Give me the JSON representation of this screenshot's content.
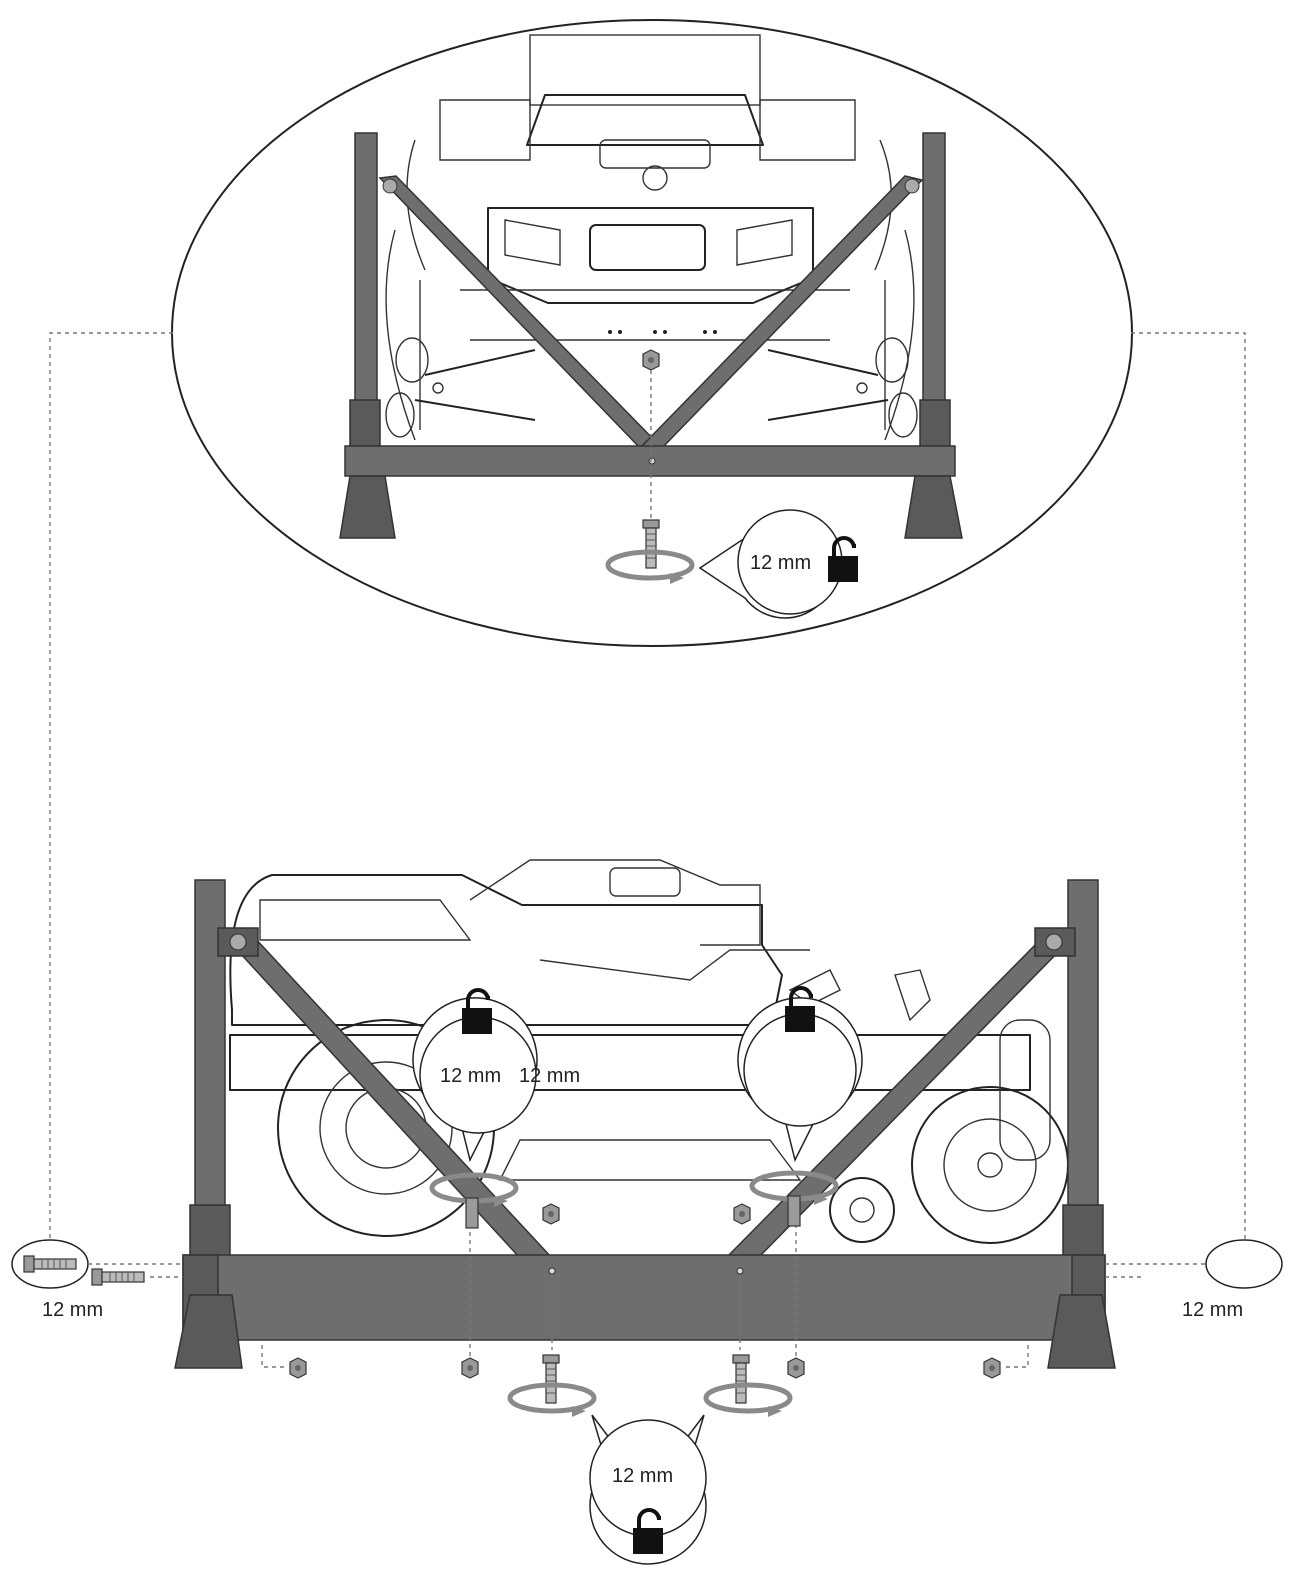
{
  "wrench_size_label": "12 mm",
  "callouts": {
    "top_detail": "12 mm",
    "side_left_a": "12 mm",
    "side_left_b": "12 mm",
    "left_end_bolt": "12 mm",
    "right_end_bolt": "12 mm",
    "bottom_center": "12 mm"
  },
  "icons": [
    "padlock-unlocked-icon",
    "rotate-arrow-icon",
    "bolt-icon",
    "nut-icon",
    "scissors-icon"
  ],
  "colors": {
    "frame": "#6e6e6e",
    "line": "#222222",
    "arrow": "#8a8a8a"
  }
}
